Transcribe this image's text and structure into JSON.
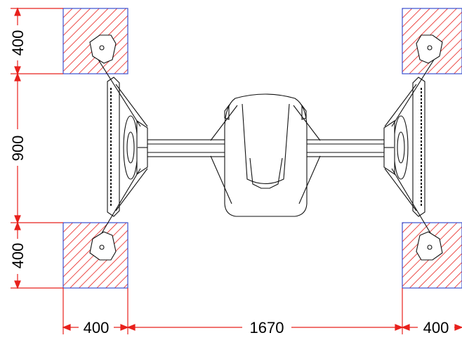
{
  "dimensions": {
    "left_pad_top": "400",
    "left_span_middle": "900",
    "left_pad_bottom": "400",
    "bottom_pad_left": "400",
    "bottom_span_middle": "1670",
    "bottom_pad_right": "400"
  },
  "colors": {
    "dimension_line": "#e8201c",
    "hatch": "#e8201c",
    "pad_border": "#3a4fd0",
    "drawing_line": "#111111"
  }
}
